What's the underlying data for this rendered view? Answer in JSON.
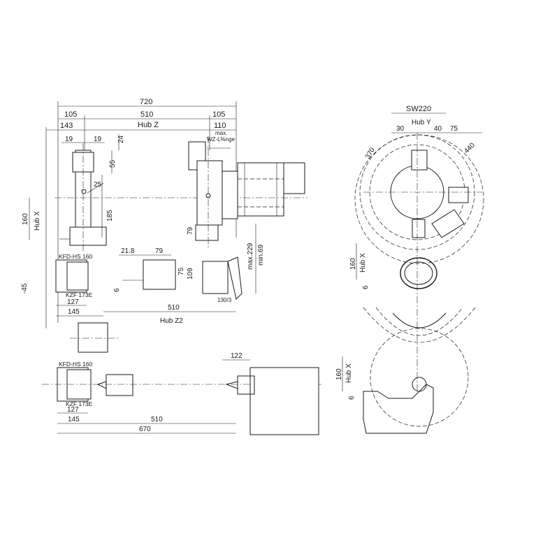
{
  "top_dims": {
    "overall": "720",
    "left_105": "105",
    "mid_510": "510",
    "right_105": "105",
    "d143": "143",
    "hub_z": "Hub Z",
    "d110": "110",
    "max_label": "max.",
    "wz_label": "WZ-L%nge",
    "d19a": "19",
    "d19b": "19",
    "d24": "24",
    "d55": "55",
    "d25": "25",
    "d185": "185",
    "d160": "160",
    "hub_x": "Hub X",
    "d79a": "79",
    "max229": "max.229",
    "min69": "min.69"
  },
  "mid_dims": {
    "kfd1": "KFD-HS 160",
    "kzf1": "KZF 173E",
    "neg45": "-45",
    "d127": "127",
    "d145": "145",
    "d21_8": "21.8",
    "d79b": "79",
    "d75": "75",
    "d109": "109",
    "d6a": "6",
    "ref130": "130/3",
    "d510b": "510",
    "hub_z2": "Hub Z2"
  },
  "bottom_dims": {
    "kfd2": "KFD-HS 160",
    "kzf2": "KZF 173E",
    "d127b": "127",
    "d145b": "145",
    "d510c": "510",
    "d670": "670",
    "d122": "122"
  },
  "right_dims": {
    "sw220": "SW220",
    "d30": "30",
    "hub_y": "Hub Y",
    "d40": "40",
    "d75r": "75",
    "d370": "370",
    "d440": "440",
    "d160r": "160",
    "hub_xr": "Hub X",
    "d6r": "6",
    "d160r2": "160",
    "hub_xr2": "Hub X",
    "d6r2": "6"
  }
}
